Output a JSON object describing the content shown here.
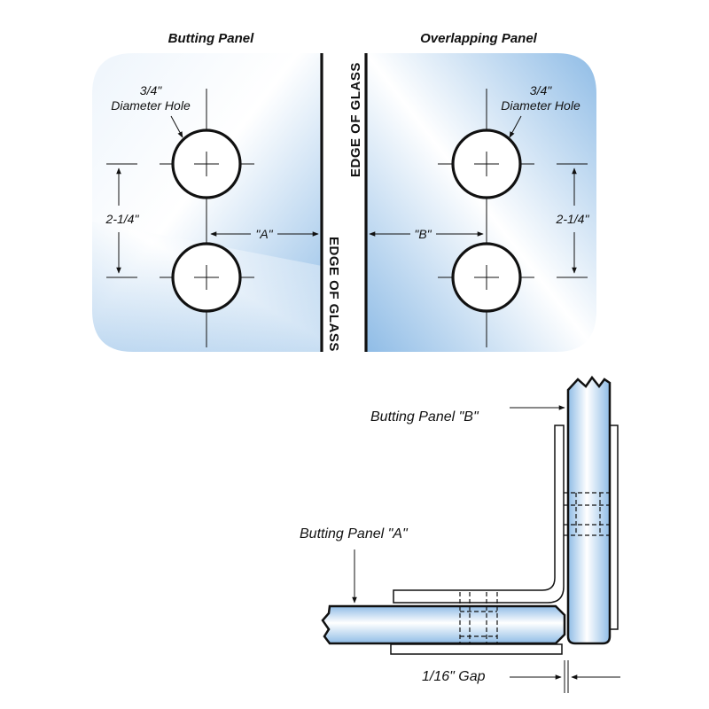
{
  "panels": {
    "butting_title": "Butting Panel",
    "overlapping_title": "Overlapping Panel",
    "hole_size": "3/4\"",
    "hole_label": "Diameter Hole",
    "spacing": "2-1/4\"",
    "dim_a": "\"A\"",
    "dim_b": "\"B\"",
    "edge_label": "EDGE OF GLASS"
  },
  "section": {
    "panel_b_label": "Butting Panel \"B\"",
    "panel_a_label": "Butting Panel \"A\"",
    "gap_label": "1/16\" Gap"
  },
  "colors": {
    "glass_blue": "#8fbce6",
    "glass_light": "#eef5fc",
    "line": "#111111"
  }
}
